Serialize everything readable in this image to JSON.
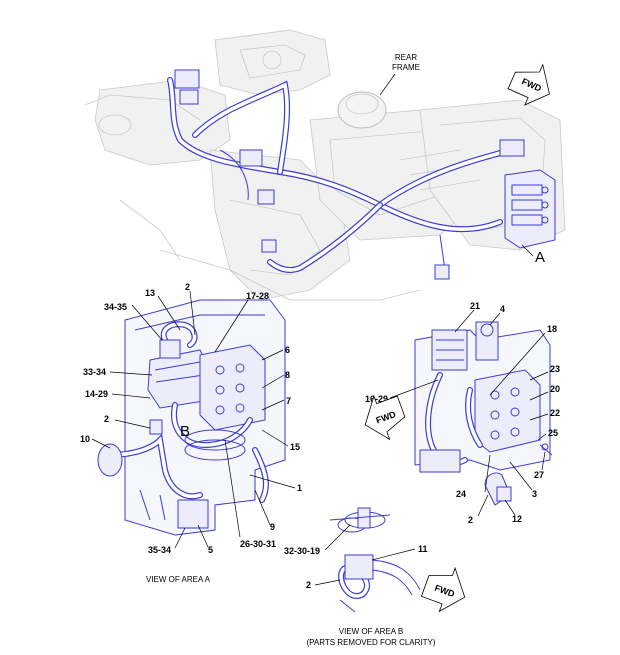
{
  "top_view": {
    "frame_label_line1": "REAR",
    "frame_label_line2": "FRAME",
    "area_letter": "A",
    "fwd_text": "FWD"
  },
  "area_a": {
    "callout_letter": "B",
    "caption": "VIEW OF AREA A",
    "labels": [
      "13",
      "2",
      "17-28",
      "34-35",
      "6",
      "33-34",
      "8",
      "14-29",
      "7",
      "2",
      "10",
      "15",
      "1",
      "9",
      "35-34",
      "5",
      "26-30-31"
    ]
  },
  "area_b": {
    "caption_line1": "VIEW OF AREA B",
    "caption_line2": "(PARTS REMOVED FOR CLARITY)",
    "fwd_text": "FWD",
    "labels": [
      "11",
      "32-30-19",
      "2"
    ]
  },
  "valve_view": {
    "fwd_text": "FWD",
    "labels": [
      "21",
      "4",
      "18",
      "16-29",
      "23",
      "20",
      "22",
      "25",
      "27",
      "24",
      "3",
      "2",
      "12"
    ]
  }
}
